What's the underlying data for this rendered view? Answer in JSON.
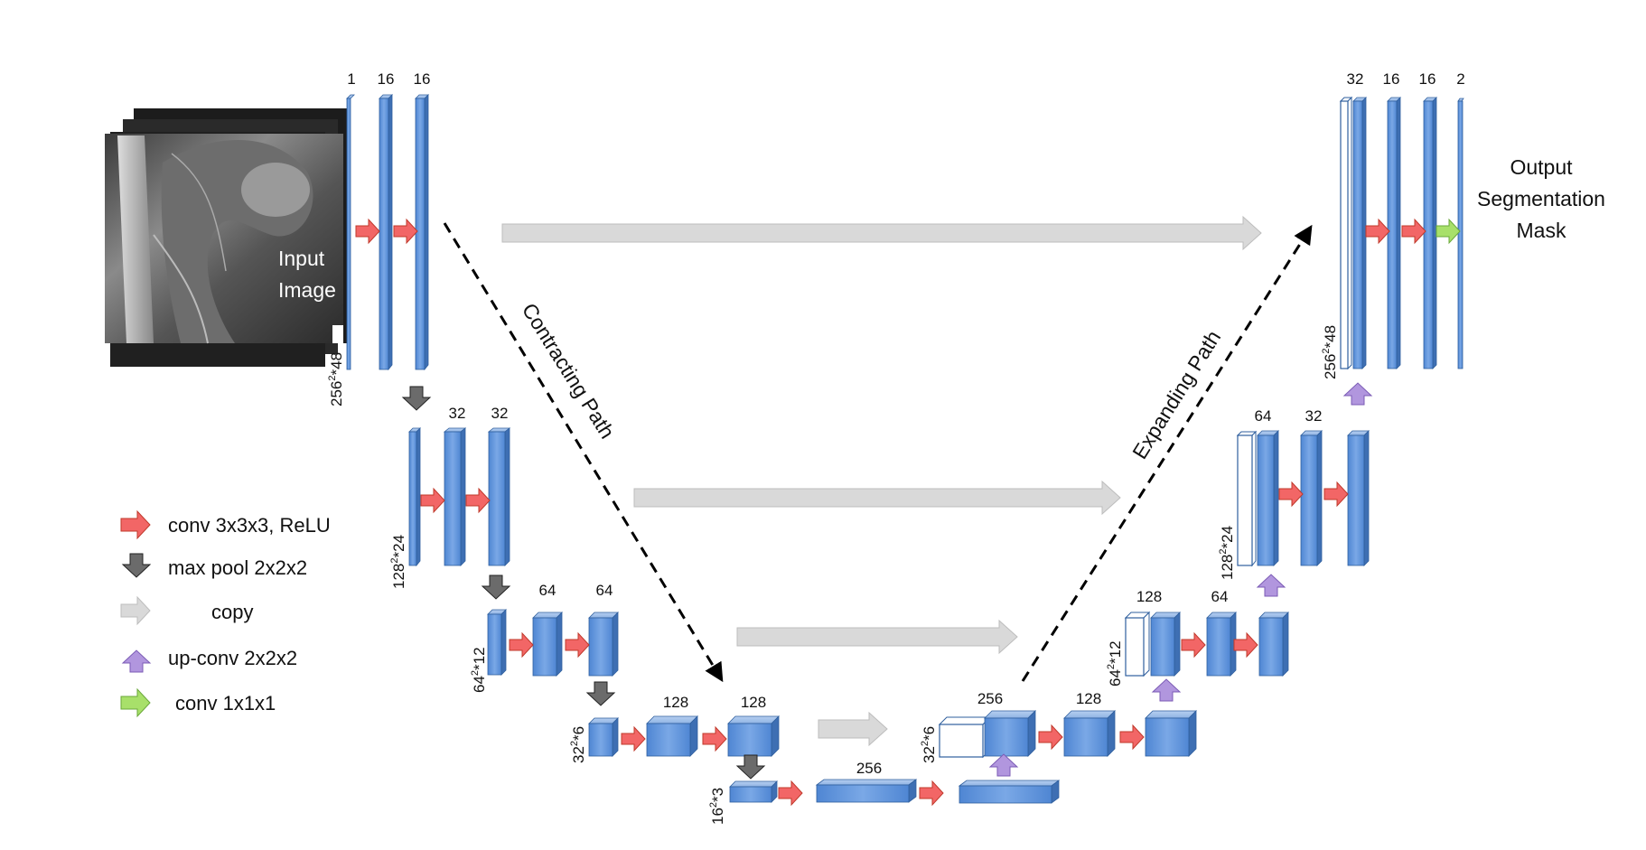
{
  "input_label_line1": "Input",
  "input_label_line2": "Image",
  "output_label_line1": "Output",
  "output_label_line2": "Segmentation",
  "output_label_line3": "Mask",
  "contracting_path_label": "Contracting Path",
  "expanding_path_label": "Expanding Path",
  "level1": {
    "size": "256",
    "size_exp": "2",
    "size_depth": "*48",
    "left_channels": [
      "1",
      "16",
      "16"
    ],
    "right_channels": [
      "32",
      "16",
      "16",
      "2"
    ]
  },
  "level2": {
    "size": "128",
    "size_exp": "2",
    "size_depth": "*24",
    "left_channels": [
      "32",
      "32"
    ],
    "right_channels": [
      "64",
      "32"
    ]
  },
  "level3": {
    "size": "64",
    "size_exp": "2",
    "size_depth": "*12",
    "left_channels": [
      "64",
      "64"
    ],
    "right_channels": [
      "128",
      "64"
    ]
  },
  "level4": {
    "size": "32",
    "size_exp": "2",
    "size_depth": "*6",
    "left_channels": [
      "128",
      "128"
    ],
    "right_channels": [
      "256",
      "128"
    ]
  },
  "level5": {
    "size": "16",
    "size_exp": "2",
    "size_depth": "*3",
    "channels": [
      "256"
    ]
  },
  "legend": [
    {
      "label": "conv 3x3x3, ReLU",
      "icon": "red-arrow-icon",
      "color": "#f05a5a"
    },
    {
      "label": "max pool 2x2x2",
      "icon": "black-down-arrow-icon",
      "color": "#555555"
    },
    {
      "label": "copy",
      "icon": "grey-arrow-icon",
      "color": "#d4d4d4"
    },
    {
      "label": "up-conv 2x2x2",
      "icon": "purple-up-arrow-icon",
      "color": "#a98bd8"
    },
    {
      "label": "conv 1x1x1",
      "icon": "green-arrow-icon",
      "color": "#a8e06a"
    }
  ],
  "colors": {
    "block": "#5b8fd6",
    "block_edge": "#2f5f9e",
    "conv": "#f05a5a",
    "pool": "#555555",
    "copy": "#d4d4d4",
    "upconv": "#a98bd8",
    "final_conv": "#a8e06a"
  }
}
